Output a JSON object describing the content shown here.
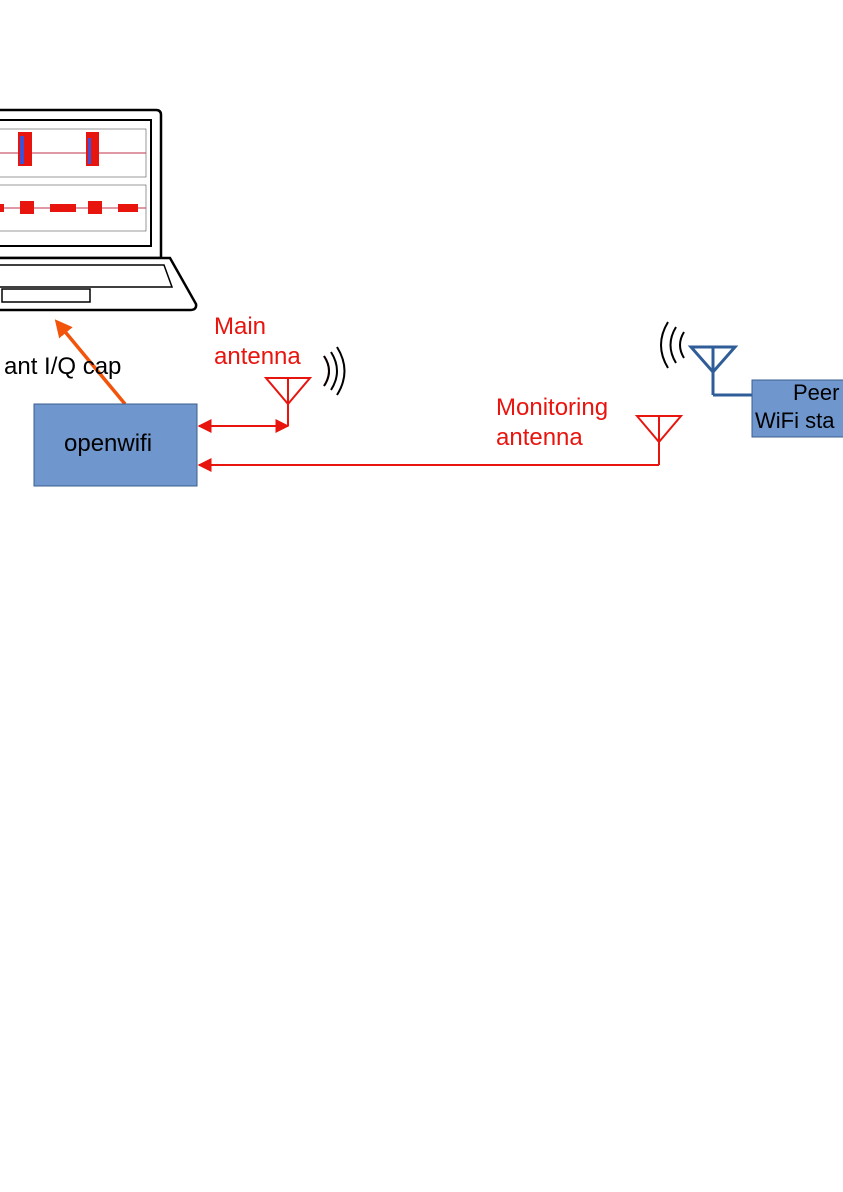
{
  "diagram": {
    "capture_label": "ant I/Q cap",
    "main_antenna": {
      "line1": "Main",
      "line2": "antenna"
    },
    "monitoring_antenna": {
      "line1": "Monitoring",
      "line2": "antenna"
    },
    "openwifi_box": {
      "label": "openwifi"
    },
    "peer_box": {
      "line1": "Peer",
      "line2": "WiFi sta"
    },
    "colors": {
      "red": "#e8140e",
      "orange_arrow": "#f2540c",
      "blue_antenna": "#2f5d98",
      "box_fill": "#6f97cd",
      "box_border": "#3b5f8e"
    }
  }
}
